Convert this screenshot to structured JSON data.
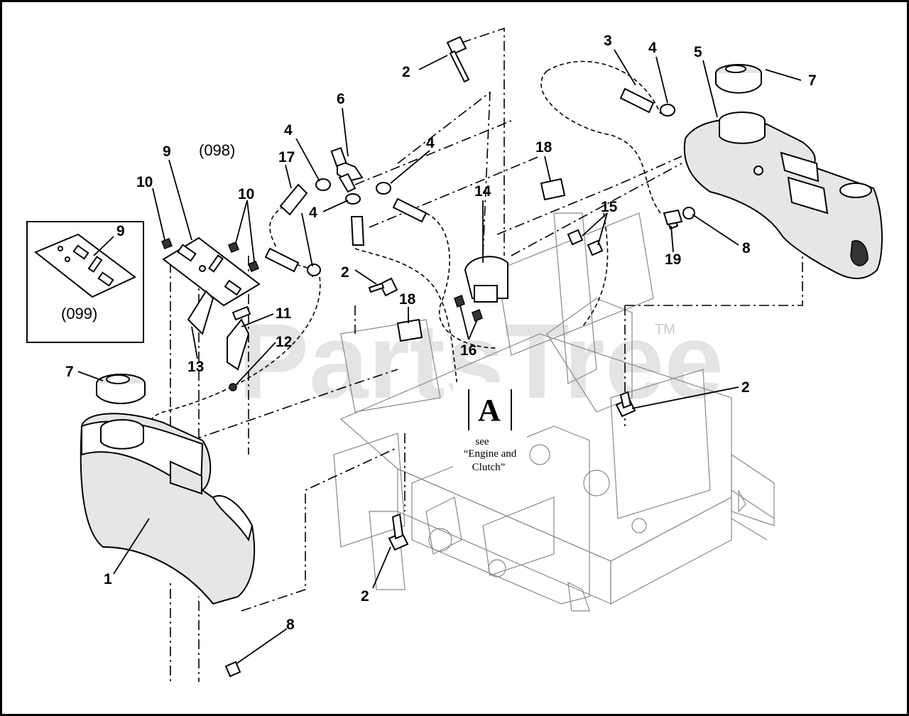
{
  "callouts": {
    "c1": "1",
    "c2a": "2",
    "c2b": "2",
    "c2c": "2",
    "c2d": "2",
    "c3": "3",
    "c4a": "4",
    "c4b": "4",
    "c4c": "4",
    "c4d": "4",
    "c5": "5",
    "c6": "6",
    "c7a": "7",
    "c7b": "7",
    "c8a": "8",
    "c8b": "8",
    "c9a": "9",
    "c9b": "9",
    "c10a": "10",
    "c10b": "10",
    "c11": "11",
    "c12": "12",
    "c13": "13",
    "c14": "14",
    "c15": "15",
    "c16": "16",
    "c17": "17",
    "c18a": "18",
    "c18b": "18",
    "c19": "19"
  },
  "variants": {
    "v098": "(098)",
    "v099": "(099)"
  },
  "reference": {
    "letter": "A",
    "line1": "see",
    "line2": "“Engine and",
    "line3": "Clutch”"
  },
  "watermark": {
    "text": "PartsTree",
    "tm": "TM"
  }
}
